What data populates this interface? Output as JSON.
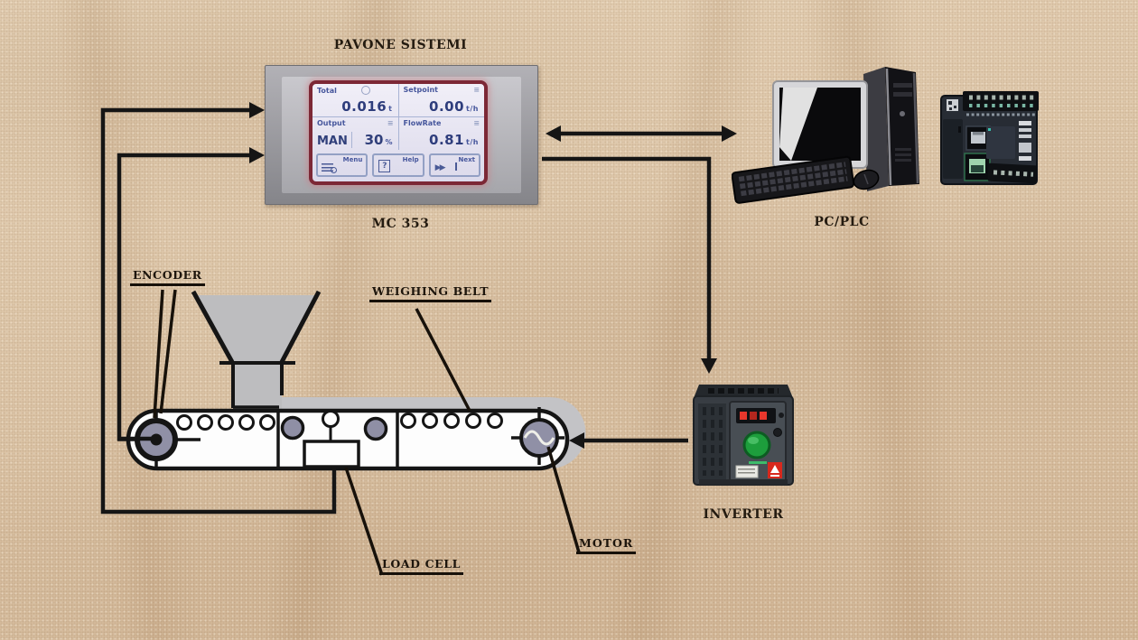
{
  "title": "PAVONE SISTEMI",
  "controller": {
    "model": "MC 353",
    "screen": {
      "total_label": "Total",
      "total_value": "0.016",
      "total_unit": "t",
      "setpoint_label": "Setpoint",
      "setpoint_value": "0.00",
      "setpoint_unit": "t/h",
      "output_label": "Output",
      "output_mode": "MAN",
      "output_value": "30",
      "output_unit": "%",
      "flowrate_label": "FlowRate",
      "flowrate_value": "0.81",
      "flowrate_unit": "t/h",
      "corner_glyph": "≡",
      "menu_label": "Menu",
      "help_label": "Help",
      "help_icon": "?",
      "next_label": "Next",
      "next_icon": "▶▶"
    }
  },
  "components": {
    "pc_plc": "PC/PLC",
    "inverter": "INVERTER"
  },
  "callouts": {
    "encoder": "ENCODER",
    "weighing_belt": "WEIGHING BELT",
    "load_cell": "LOAD CELL",
    "motor": "MOTOR"
  },
  "colors": {
    "sand": "#d9c0a3",
    "line": "#151515",
    "screen_border": "#7c2836",
    "screen_bg": "#ece9f5",
    "screen_text": "#2e3d7c",
    "pulley_fill": "#9090a6",
    "belt_fill": "#fdfdfd",
    "hopper_fill": "#bdbdbf",
    "inverter_green": "#1d9e3c",
    "sticker_red": "#d8281d"
  }
}
